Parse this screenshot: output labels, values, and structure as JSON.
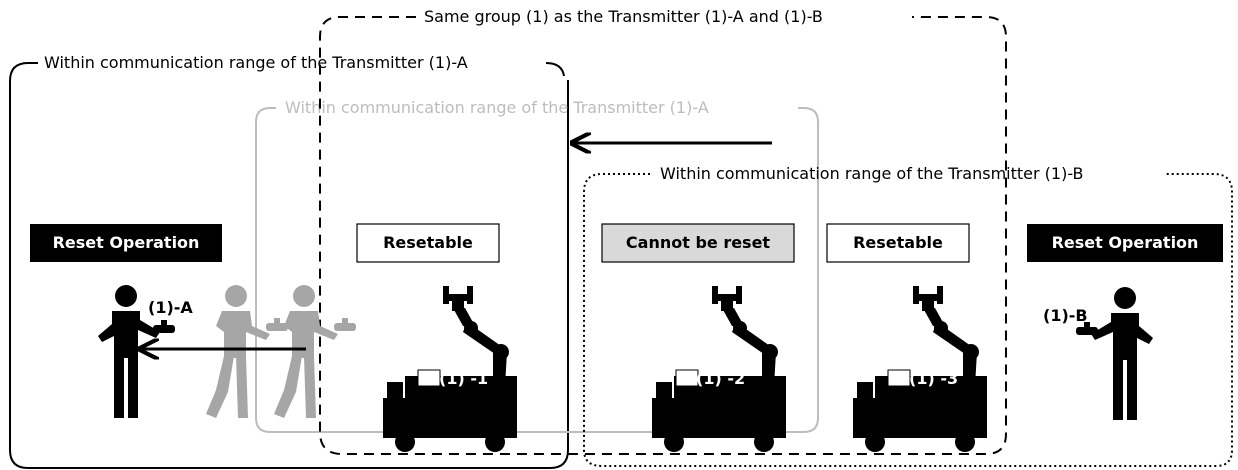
{
  "regions": {
    "range_a_outer": "Within communication range of the Transmitter (1)-A",
    "range_a_moved": "Within communication range of the Transmitter (1)-A",
    "same_group": "Same group (1) as the Transmitter (1)-A and (1)-B",
    "range_b": "Within communication range of the Transmitter (1)-B"
  },
  "operators": {
    "left": {
      "label": "Reset Operation",
      "id": "(1)-A"
    },
    "right": {
      "label": "Reset Operation",
      "id": "(1)-B"
    }
  },
  "robots": [
    {
      "status": "Resetable",
      "id": "(1) -1"
    },
    {
      "status": "Cannot be reset",
      "id": "(1) -2"
    },
    {
      "status": "Resetable",
      "id": "(1) -3"
    }
  ],
  "colors": {
    "black": "#000000",
    "gray": "#bdbdbd",
    "figure_gray": "#a6a6a6",
    "cannot_reset_fill": "#d9d9d9"
  },
  "icons": [
    "person-icon",
    "transmitter-icon",
    "robot-icon",
    "arrow-left-icon"
  ]
}
